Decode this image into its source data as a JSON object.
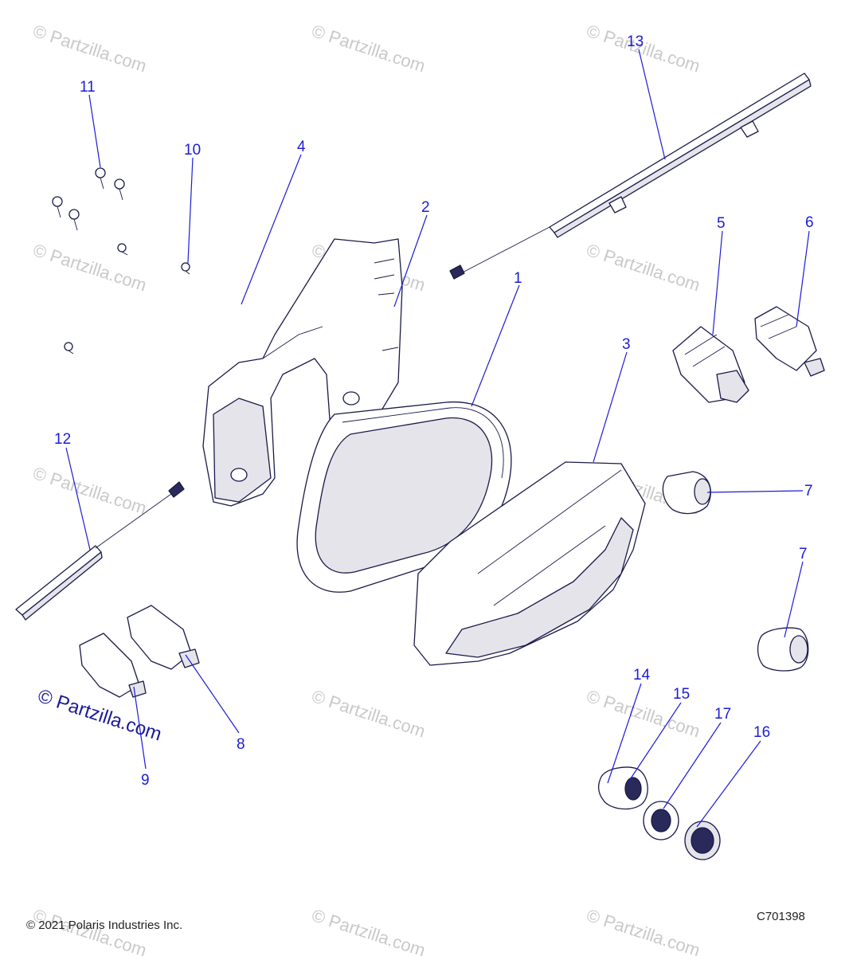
{
  "watermark": "© Partzilla.com",
  "main_watermark": "© Partzilla.com",
  "copyright": "© 2021 Polaris Industries Inc.",
  "drawing_number": "C701398",
  "callouts": [
    "1",
    "2",
    "3",
    "4",
    "5",
    "6",
    "7",
    "7",
    "8",
    "9",
    "10",
    "11",
    "12",
    "13",
    "14",
    "15",
    "16",
    "17"
  ],
  "colors": {
    "callout": "#1c1cd6",
    "line_art": "#1a1a4a",
    "watermark": "#c9c9c9"
  }
}
